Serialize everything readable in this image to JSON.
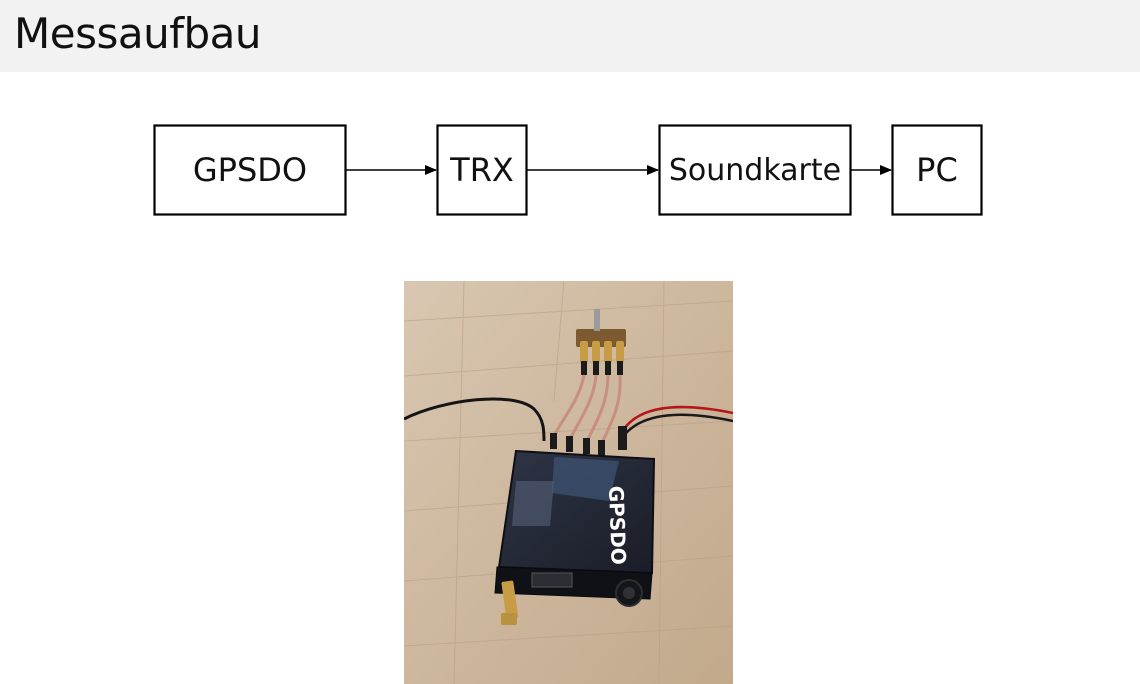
{
  "slide": {
    "title": "Messaufbau"
  },
  "diagram": {
    "boxes": [
      "GPSDO",
      "TRX",
      "Soundkarte",
      "PC"
    ]
  },
  "photo": {
    "device_label": "GPSDO",
    "content": "GPSDO device with antenna connector, display, knob and four SMA cables on a wooden surface"
  }
}
